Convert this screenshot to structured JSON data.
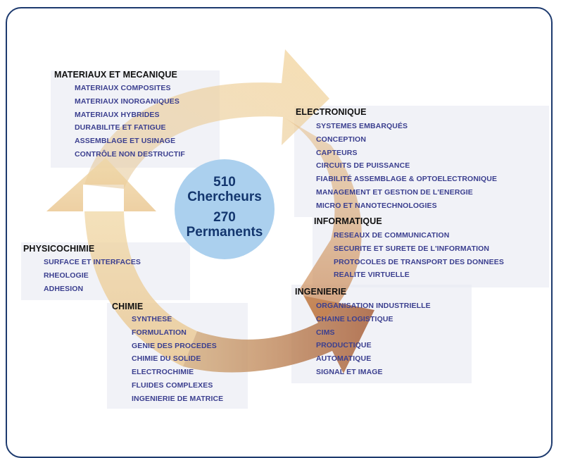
{
  "center": {
    "researchers_count": "510",
    "researchers_label": "Chercheurs",
    "permanents_count": "270",
    "permanents_label": "Permanents"
  },
  "colors": {
    "frame": "#1d3a6e",
    "circle": "#abd0ee",
    "circle_text": "#13366e",
    "item_text": "#3b3f8f",
    "title_text": "#111111",
    "arrow_light": "#f2d79e",
    "arrow_mid": "#d8a86a",
    "arrow_dark": "#b0683c"
  },
  "groups": [
    {
      "title": "MATERIAUX ET MECANIQUE",
      "items": [
        "MATERIAUX COMPOSITES",
        "MATERIAUX INORGANIQUES",
        "MATERIAUX HYBRIDES",
        "DURABILITE ET FATIGUE",
        "ASSEMBLAGE ET USINAGE",
        "CONTRÔLE NON DESTRUCTIF"
      ]
    },
    {
      "title": "ELECTRONIQUE",
      "items": [
        "SYSTEMES EMBARQUÉS",
        "CONCEPTION",
        "CAPTEURS",
        "CIRCUITS DE PUISSANCE",
        "FIABILITÉ ASSEMBLAGE & OPTOELECTRONIQUE",
        "MANAGEMENT ET GESTION DE L'ENERGIE",
        "MICRO ET NANOTECHNOLOGIES"
      ]
    },
    {
      "title": "INFORMATIQUE",
      "items": [
        "RESEAUX DE COMMUNICATION",
        "SECURITE ET SURETE DE L'INFORMATION",
        "PROTOCOLES DE TRANSPORT DES DONNEES",
        "REALITE VIRTUELLE"
      ]
    },
    {
      "title": "PHYSICOCHIMIE",
      "items": [
        "SURFACE ET INTERFACES",
        "RHEOLOGIE",
        "ADHESION"
      ]
    },
    {
      "title": "CHIMIE",
      "items": [
        "SYNTHESE",
        "FORMULATION",
        "GENIE DES PROCEDES",
        "CHIMIE DU SOLIDE",
        "ELECTROCHIMIE",
        "FLUIDES COMPLEXES",
        "INGENIERIE DE MATRICE"
      ]
    },
    {
      "title": "INGENIERIE",
      "items": [
        "ORGANISATION INDUSTRIELLE",
        "CHAINE LOGISTIQUE",
        "CIMS",
        "PRODUCTIQUE",
        "AUTOMATIQUE",
        "SIGNAL ET IMAGE"
      ]
    }
  ]
}
